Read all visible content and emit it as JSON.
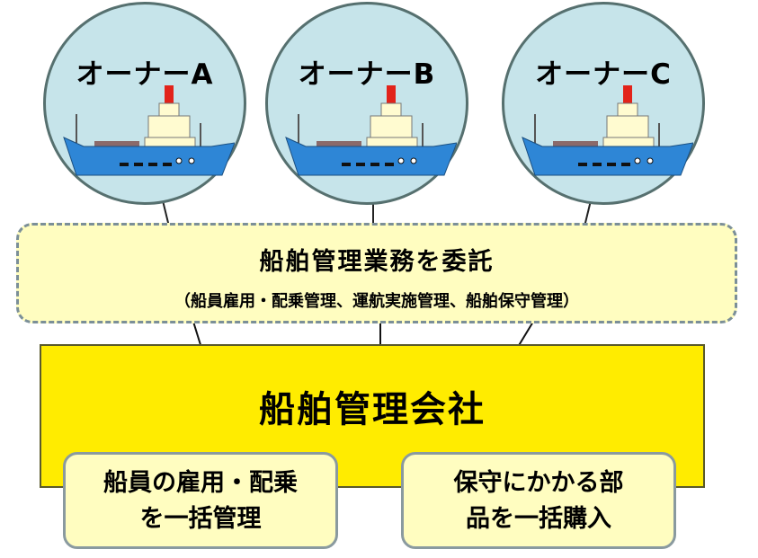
{
  "owners": [
    {
      "label": "オーナーA"
    },
    {
      "label": "オーナーB"
    },
    {
      "label": "オーナーC"
    }
  ],
  "commission": {
    "title": "船舶管理業務を委託",
    "detail": "（船員雇用・配乗管理、運航実施管理、船舶保守管理）"
  },
  "company": {
    "name": "船舶管理会社"
  },
  "services": {
    "crew": {
      "line1": "船員の雇用・配乗",
      "line2": "を一括管理"
    },
    "parts": {
      "line1": "保守にかかる部",
      "line2": "品を一括購入"
    }
  },
  "colors": {
    "circle_fill": "#c6e4ea",
    "commission_fill": "#fffdc0",
    "company_fill": "#ffec00",
    "hull": "#2e86d6",
    "funnel": "#e2231a"
  }
}
